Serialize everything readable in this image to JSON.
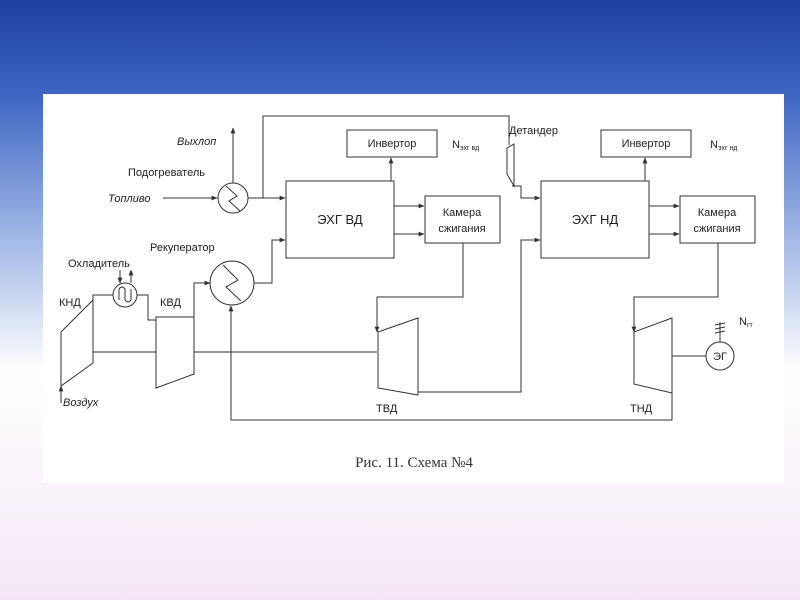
{
  "labels": {
    "exhaust": "Выхлоп",
    "heater": "Подогреватель",
    "fuel": "Топливо",
    "recuperator": "Рекуператор",
    "cooler": "Охладитель",
    "lpc": "КНД",
    "hpc": "КВД",
    "air": "Воздух",
    "detander": "Детандер",
    "hpt": "ТВД",
    "lpt": "ТНД",
    "generator": "ЭГ",
    "n_gt": "N",
    "n_gt_sub": "гт",
    "n_hp": "N",
    "n_hp_sub": "эхг вд",
    "n_lp": "N",
    "n_lp_sub": "эхг нд"
  },
  "blocks": {
    "inverter_hp": "Инвертор",
    "inverter_lp": "Инвертор",
    "fc_hp": "ЭХГ ВД",
    "fc_lp": "ЭХГ НД",
    "comb_hp": [
      "Камера",
      "сжигания"
    ],
    "comb_lp": [
      "Камера",
      "сжигания"
    ]
  },
  "caption": "Рис. 11. Схема №4"
}
